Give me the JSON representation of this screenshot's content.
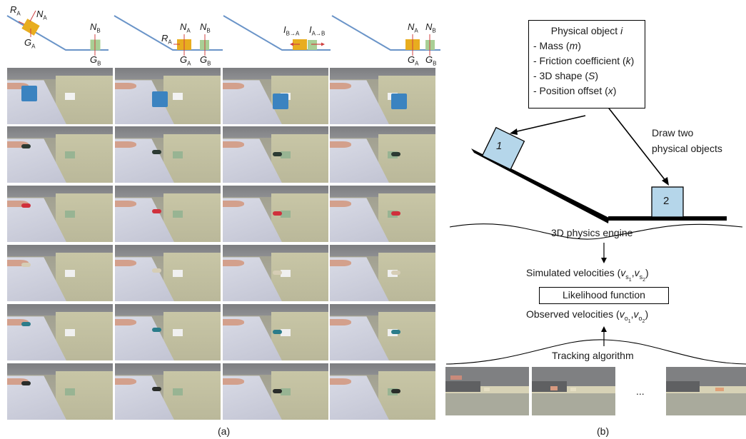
{
  "top_strip": {
    "panel1": {
      "RA": "R",
      "RA_sub": "A",
      "NA": "N",
      "NA_sub": "A",
      "GA": "G",
      "GA_sub": "A",
      "NB": "N",
      "NB_sub": "B",
      "GB": "G",
      "GB_sub": "B"
    },
    "panel2": {
      "RA": "R",
      "RA_sub": "A",
      "NA": "N",
      "NA_sub": "A",
      "NB": "N",
      "NB_sub": "B",
      "GA": "G",
      "GA_sub": "A",
      "GB": "G",
      "GB_sub": "B"
    },
    "panel3": {
      "IBA": "I",
      "IBA_sub": "B→A",
      "IAB": "I",
      "IAB_sub": "A→B"
    },
    "panel4": {
      "NA": "N",
      "NA_sub": "A",
      "NB": "N",
      "NB_sub": "B",
      "GA": "G",
      "GA_sub": "A",
      "GB": "G",
      "GB_sub": "B"
    }
  },
  "grid": {
    "rows": [
      {
        "object": "cube",
        "color": "#3b83c0",
        "target": "#f2f2f2"
      },
      {
        "object": "stick-dark",
        "color": "#2c3a33",
        "target": "#98b493"
      },
      {
        "object": "red-car",
        "color": "#d0303c",
        "target": "#98b493"
      },
      {
        "object": "beige-block",
        "color": "#d6cdb5",
        "target": "#f0f0f0"
      },
      {
        "object": "teal-puck",
        "color": "#2b7c8a",
        "target": "#f0f0f0"
      },
      {
        "object": "dark-stick",
        "color": "#2a2d2a",
        "target": "#98b493"
      }
    ]
  },
  "caption_a": "(a)",
  "caption_b": "(b)",
  "diagram": {
    "box_title": "Physical object ",
    "box_title_i": "i",
    "props": [
      {
        "pre": "- Mass (",
        "var": "m",
        "post": ")"
      },
      {
        "pre": "- Friction coefficient (",
        "var": "k",
        "post": ")"
      },
      {
        "pre": "- 3D shape (",
        "var": "S",
        "post": ")"
      },
      {
        "pre": "- Position offset (",
        "var": "x",
        "post": ")"
      }
    ],
    "obj1": "1",
    "obj2": "2",
    "draw_label_1": "Draw two",
    "draw_label_2": "physical objects",
    "engine": "3D physics engine",
    "simulated": "Simulated velocities (",
    "sim_v": "v",
    "sim_s1": "s",
    "sim_n1": "1",
    "sim_s2": "s",
    "sim_n2": "2",
    "likelihood": "Likelihood function",
    "observed": "Observed velocities (",
    "obs_v": "v",
    "obs_o1": "o",
    "obs_n1": "1",
    "obs_o2": "o",
    "obs_n2": "2",
    "tracking": "Tracking algorithm",
    "ellipsis": "..."
  }
}
